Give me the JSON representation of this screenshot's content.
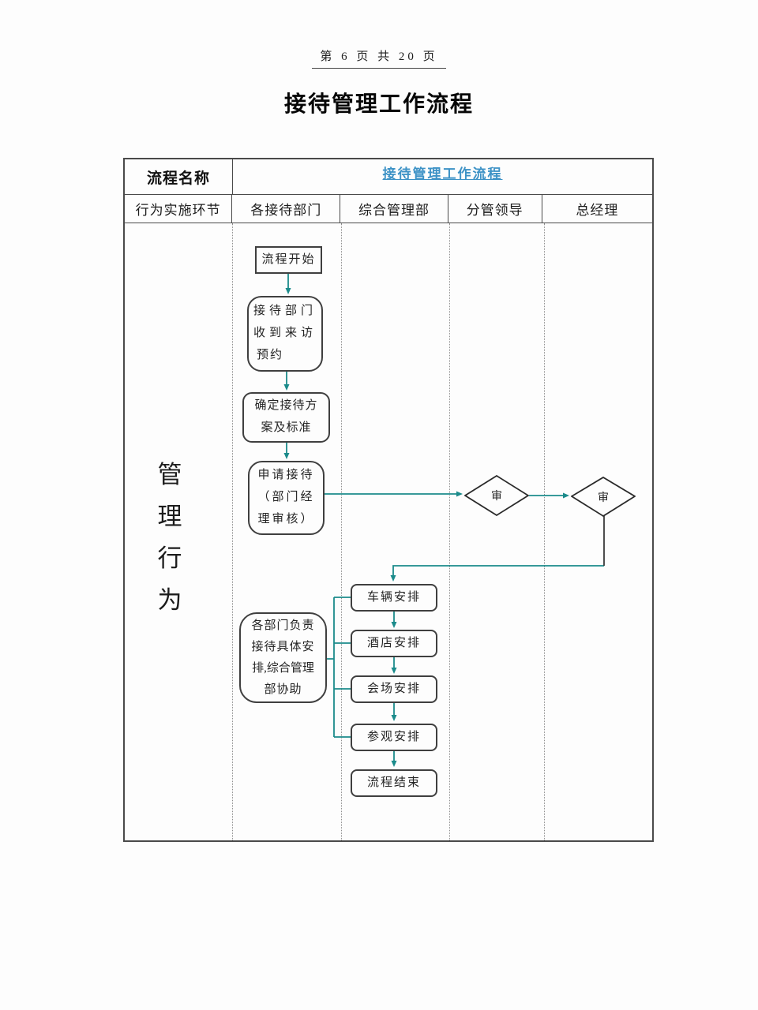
{
  "page": {
    "header_text": "第 6 页 共 20 页",
    "title": "接待管理工作流程"
  },
  "table": {
    "process_name_label": "流程名称",
    "process_name_link": "接待管理工作流程",
    "columns": [
      "行为实施环节",
      "各接待部门",
      "综合管理部",
      "分管领导",
      "总经理"
    ],
    "row_label_chars": [
      "管",
      "理",
      "行",
      "为"
    ]
  },
  "flowchart": {
    "start": {
      "label": "流程开始"
    },
    "receive": {
      "lines": [
        "接待部门",
        "收到来访",
        "预约"
      ]
    },
    "plan": {
      "lines": [
        "确定接待方",
        "案及标准"
      ]
    },
    "apply": {
      "lines": [
        "申请接待",
        "（部门经",
        "理审核）"
      ]
    },
    "review_leader": {
      "label": "审"
    },
    "review_gm": {
      "label": "审"
    },
    "vehicle": {
      "label": "车辆安排"
    },
    "hotel": {
      "label": "酒店安排"
    },
    "venue": {
      "label": "会场安排"
    },
    "visit": {
      "label": "参观安排"
    },
    "end": {
      "label": "流程结束"
    },
    "assist": {
      "lines": [
        "各部门负责",
        "接待具体安",
        "排,综合管理",
        "部协助"
      ]
    }
  },
  "colors": {
    "connector_teal": "#1b8b8b",
    "link_blue": "#3d92c6",
    "line_dark": "#3a3a3a",
    "border_gray": "#4a4a4a"
  }
}
